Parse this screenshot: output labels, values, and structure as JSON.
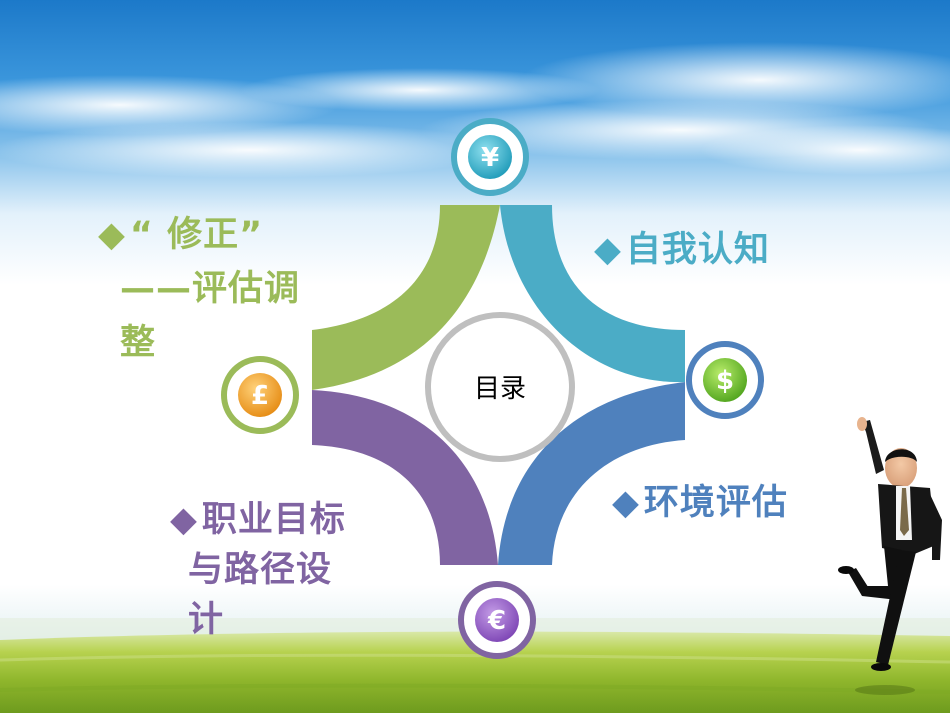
{
  "slide": {
    "center_title": "目录"
  },
  "sections": {
    "correction": {
      "bullet": "◆",
      "lines": [
        "“ 修正”",
        "——评估调",
        "整"
      ],
      "color": "#9bbb59"
    },
    "self_awareness": {
      "bullet": "◆",
      "text": "自我认知",
      "color": "#4bacc6"
    },
    "environment": {
      "bullet": "◆",
      "text": "环境评估",
      "color": "#4f81bd"
    },
    "career": {
      "bullet": "◆",
      "lines": [
        "职业目标",
        "与路径设",
        "计"
      ],
      "color": "#8064a2"
    }
  },
  "coins": {
    "top": {
      "symbol": "¥",
      "icon": "yen-coin-icon",
      "ring_color": "#4bacc6"
    },
    "right": {
      "symbol": "$",
      "icon": "dollar-coin-icon",
      "ring_color": "#4f81bd"
    },
    "bottom": {
      "symbol": "€",
      "icon": "euro-coin-icon",
      "ring_color": "#8064a2"
    },
    "left": {
      "symbol": "£",
      "icon": "pound-coin-icon",
      "ring_color": "#9bbb59"
    }
  },
  "colors": {
    "green": "#9bbb59",
    "teal": "#4bacc6",
    "blue": "#4f81bd",
    "purple": "#8064a2",
    "center_ring": "#bfbfbf"
  }
}
